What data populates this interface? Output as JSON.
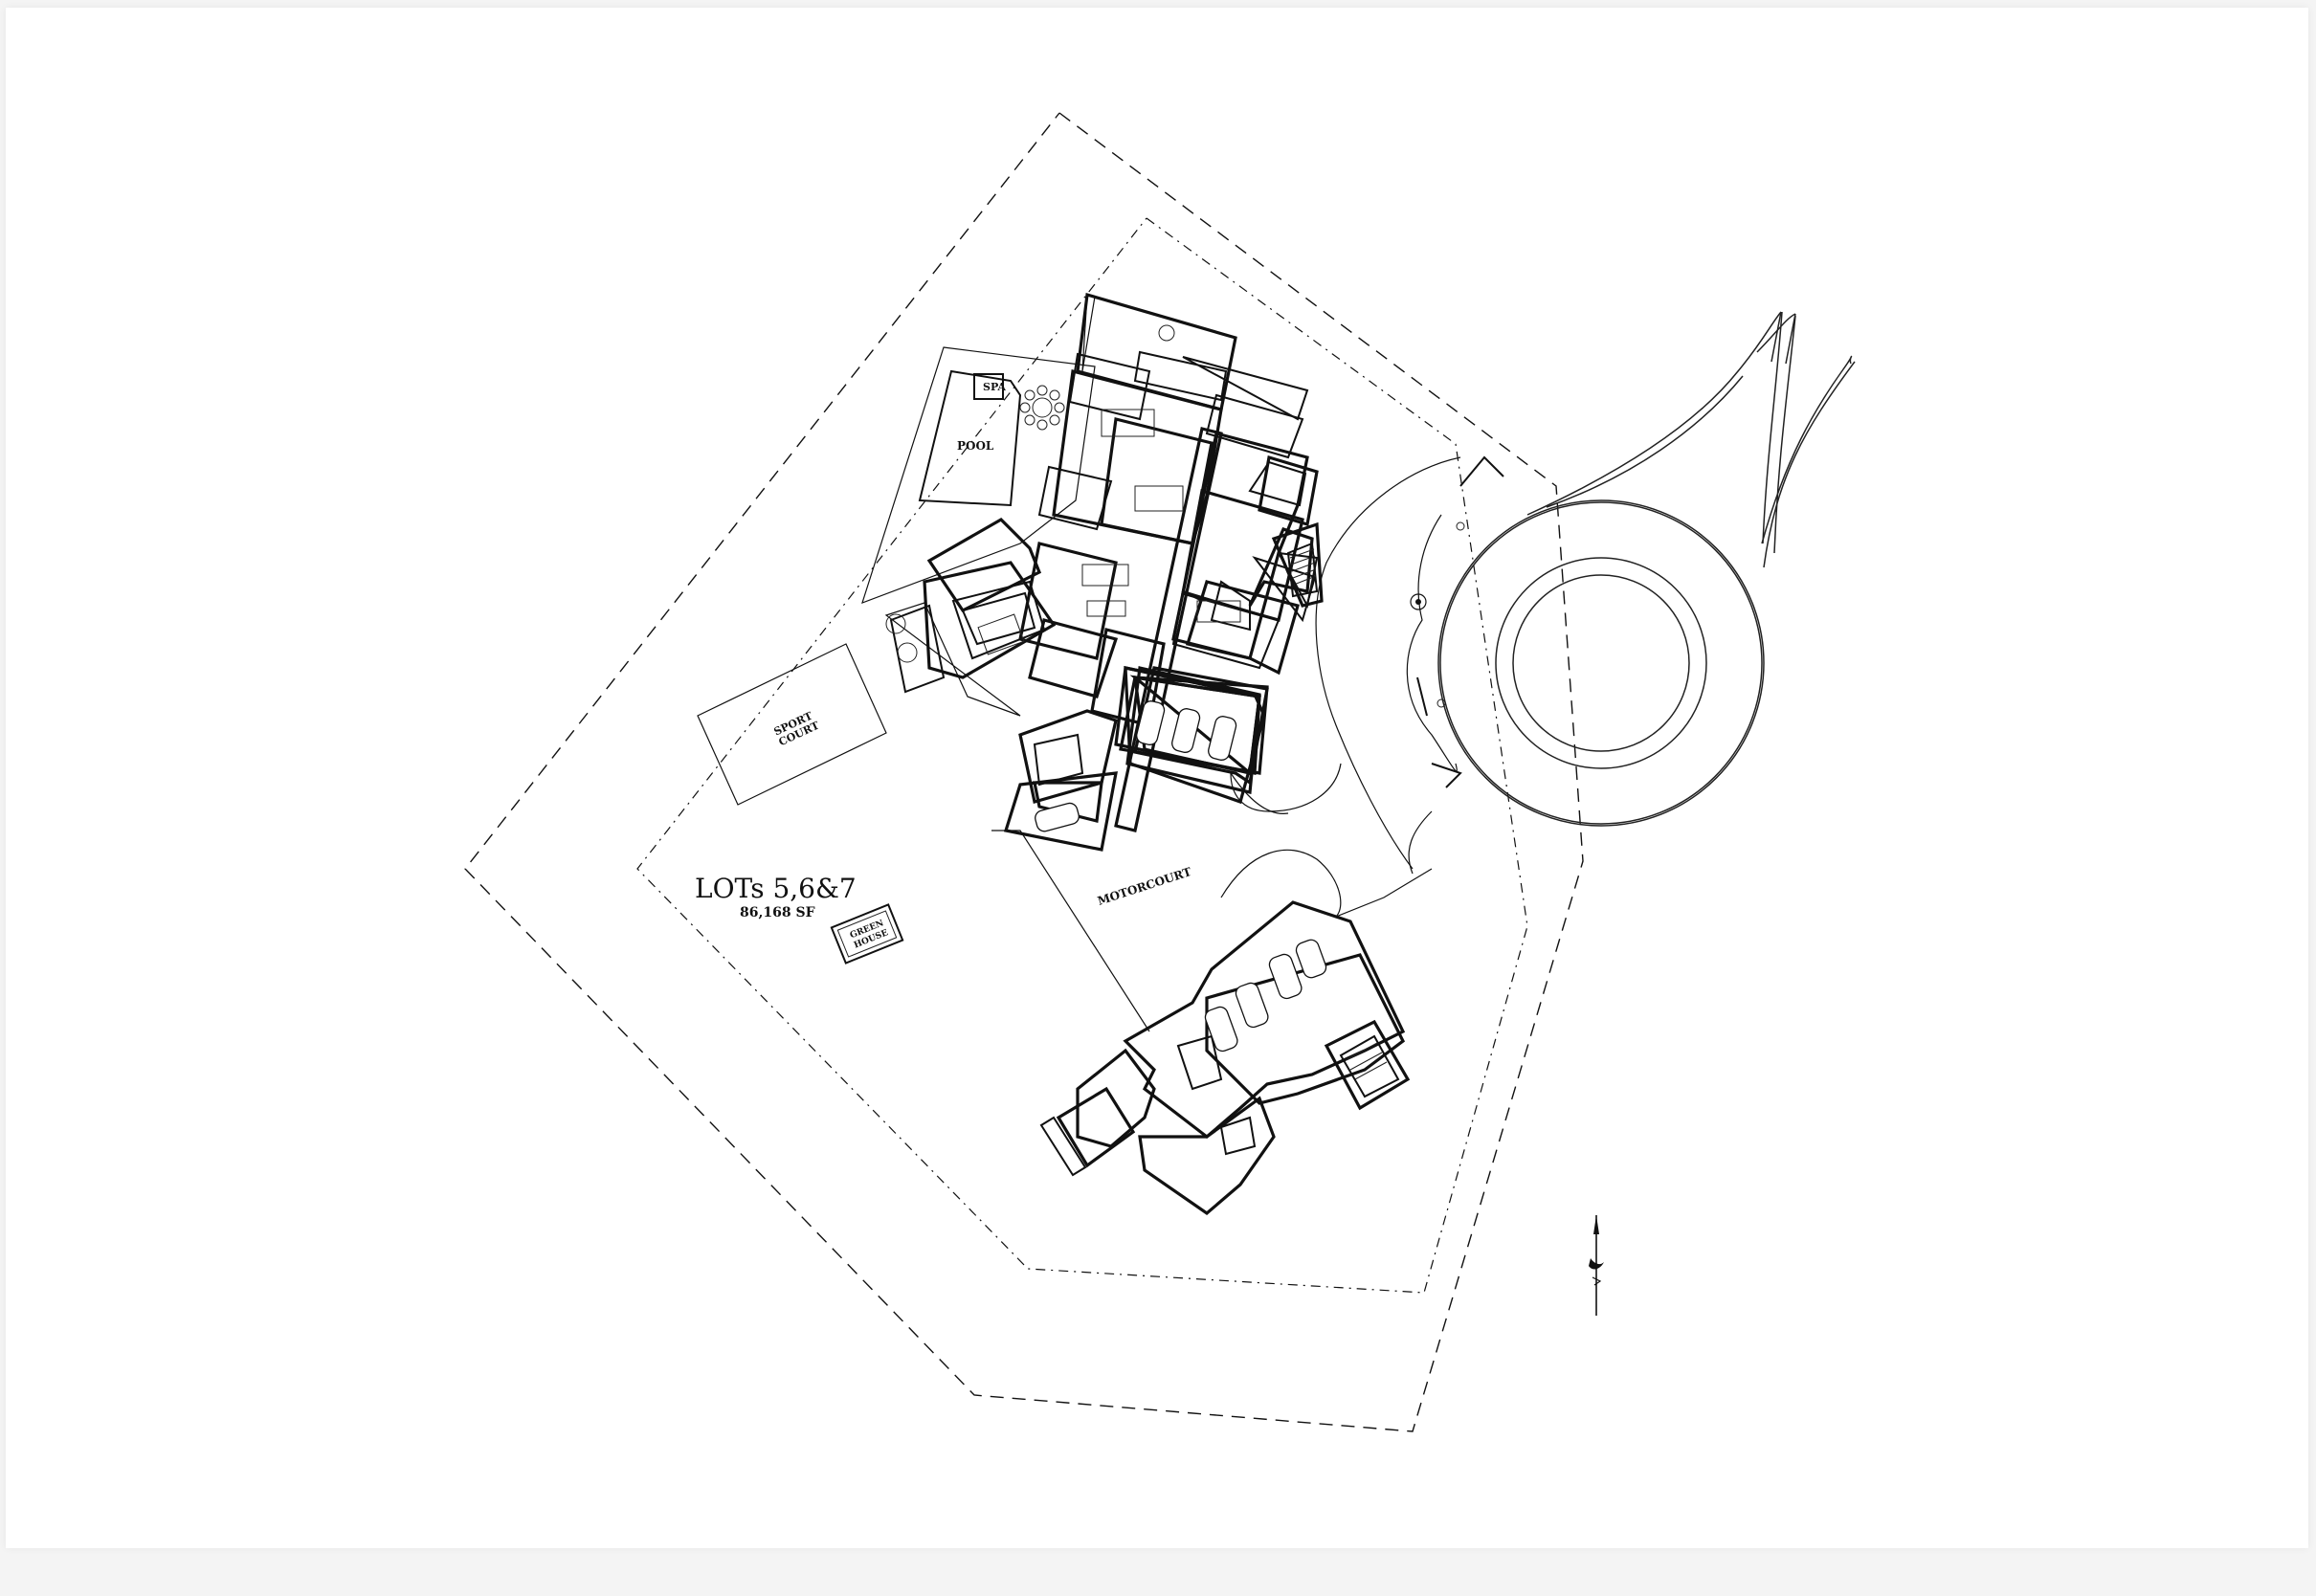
{
  "lot": {
    "title": "LOTs 5,6&7",
    "area": "86,168 SF"
  },
  "labels": {
    "pool": "POOL",
    "spa": "SPA",
    "sport_court": "SPORT\nCOURT",
    "sport_court_line1": "SPORT",
    "sport_court_line2": "COURT",
    "green_house_line1": "GREEN",
    "green_house_line2": "HOUSE",
    "motorcourt": "MOTORCOURT"
  },
  "icons": {
    "north_arrow": "north-arrow-icon"
  }
}
